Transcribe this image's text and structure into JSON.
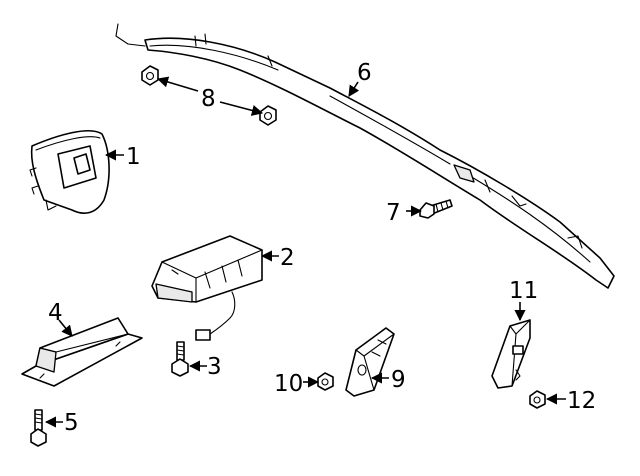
{
  "callouts": {
    "c1": "1",
    "c2": "2",
    "c3": "3",
    "c4": "4",
    "c5": "5",
    "c6": "6",
    "c7": "7",
    "c8": "8",
    "c9": "9",
    "c10": "10",
    "c11": "11",
    "c12": "12"
  },
  "colors": {
    "line": "#000000",
    "background": "#ffffff"
  }
}
